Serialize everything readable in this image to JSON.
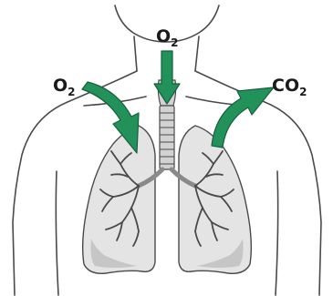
{
  "labels": {
    "top_gas": "O",
    "top_sub": "2",
    "left_gas": "O",
    "left_sub": "2",
    "right_gas": "CO",
    "right_sub": "2"
  },
  "colors": {
    "arrow": "#22915a",
    "arrow_edge": "#17603c",
    "outline": "#4a4a4a",
    "lung_fill": "#e4e4e4",
    "lung_shadow": "#c6c6c6",
    "trachea": "#d2d2d2"
  },
  "icons": {
    "top_arrow": "arrow-down",
    "left_arrow": "arrow-curved-in",
    "right_arrow": "arrow-curved-out"
  }
}
